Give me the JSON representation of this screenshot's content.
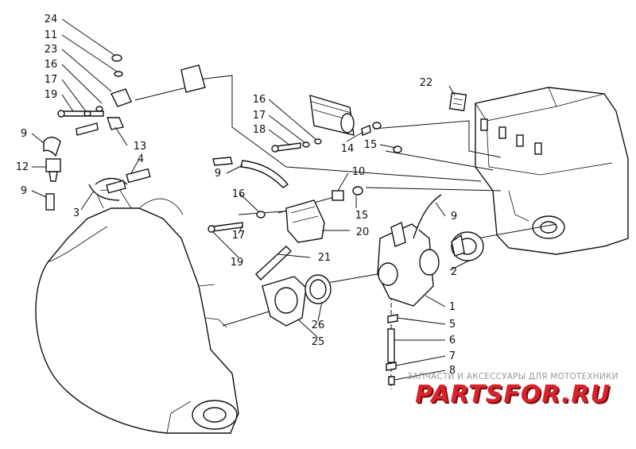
{
  "diagram": {
    "part_labels": [
      "24",
      "11",
      "23",
      "16",
      "17",
      "19",
      "9",
      "12",
      "9",
      "3",
      "4",
      "13",
      "16",
      "17",
      "18",
      "14",
      "15",
      "10",
      "15",
      "9",
      "16",
      "17",
      "19",
      "20",
      "21",
      "22",
      "9",
      "2",
      "1",
      "5",
      "6",
      "7",
      "8",
      "26",
      "25"
    ]
  },
  "watermark": {
    "caption": "ЗАПЧАСТИ И АКСЕССУАРЫ ДЛЯ МОТОТЕХНИКИ",
    "logo": "PARTSFOR.RU"
  },
  "colors": {
    "line": "#111111",
    "watermark_red": "#d8232a",
    "caption_gray": "#999999"
  }
}
